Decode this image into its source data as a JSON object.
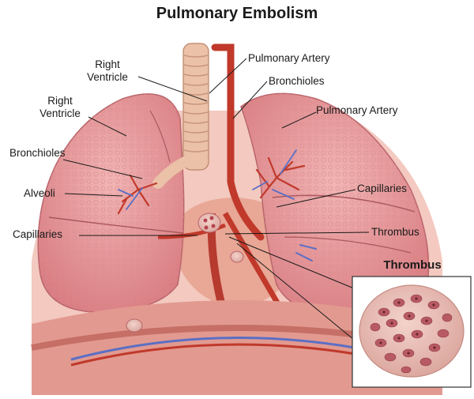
{
  "title": "Pulmonary Embolism",
  "labels": {
    "right_ventricle_top_l1": "Right",
    "right_ventricle_top_l2": "Ventricle",
    "right_ventricle_left_l1": "Right",
    "right_ventricle_left_l2": "Ventricle",
    "bronchioles_left": "Bronchioles",
    "alveoli": "Alveoli",
    "capillaries_left": "Capillaries",
    "pulmonary_artery_top": "Pulmonary Artery",
    "bronchioles_right": "Bronchioles",
    "pulmonary_artery_right": "Pulmonary Artery",
    "capillaries_right": "Capillaries",
    "thrombus_label": "Thrombus"
  },
  "inset": {
    "title": "Thrombus"
  },
  "colors": {
    "lung": "#e69a9c",
    "lung_dark": "#c96f73",
    "vessel_red": "#c0392b",
    "vessel_blue": "#5b6fc4",
    "trachea": "#e8b9a0",
    "clot": "#c4666f"
  }
}
